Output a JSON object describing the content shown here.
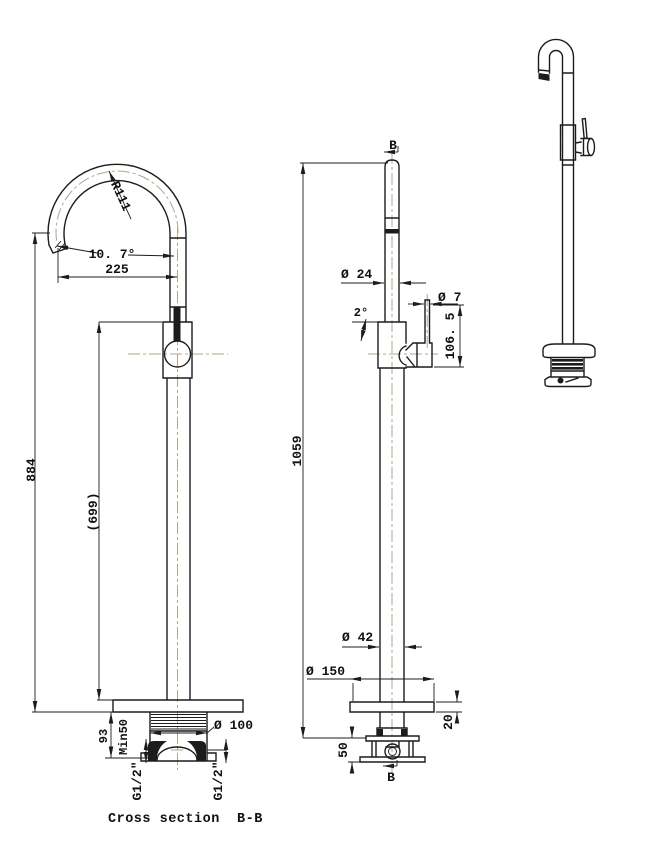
{
  "views": {
    "cross_section": {
      "spout_radius": "R111",
      "spout_angle": "10. 7°",
      "spout_reach": "225",
      "overall_height": "884",
      "column_height": "(699)",
      "base_height": "93",
      "min_installation_depth": "Min50",
      "base_diameter": "Ø 100",
      "left_inlet_thread": "G1/2\"",
      "right_inlet_thread": "G1/2\"",
      "caption": "Cross section  B-B"
    },
    "side_view": {
      "section_label_top": "B",
      "section_label_bottom": "B",
      "column_diameter": "Ø 24",
      "handle_tilt_angle": "2°",
      "handle_rod_diameter": "Ø 7",
      "handle_height": "106. 5",
      "overall_height": "1059",
      "lower_column_diameter": "Ø 42",
      "base_plate_diameter": "Ø 150",
      "base_plate_thickness": "20",
      "under_floor_depth": "50"
    },
    "rendered_view": {}
  },
  "colors": {
    "line": "#1c1c1c",
    "centerline": "#b5a48b",
    "background": "#ffffff"
  }
}
